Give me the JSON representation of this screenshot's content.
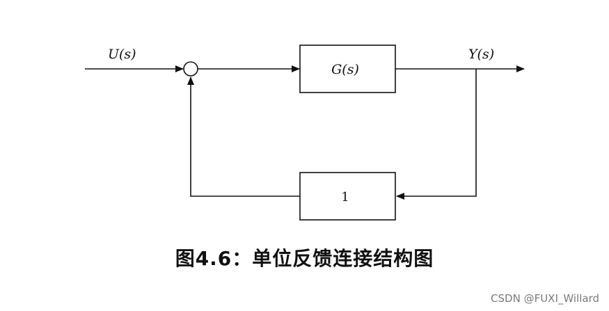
{
  "diagram": {
    "input_label": "U(s)",
    "output_label": "Y(s)",
    "forward_block_label": "G(s)",
    "feedback_block_label": "1",
    "line_color": "#111111"
  },
  "caption": "图4.6：单位反馈连接结构图",
  "watermark": "CSDN @FUXI_Willard"
}
